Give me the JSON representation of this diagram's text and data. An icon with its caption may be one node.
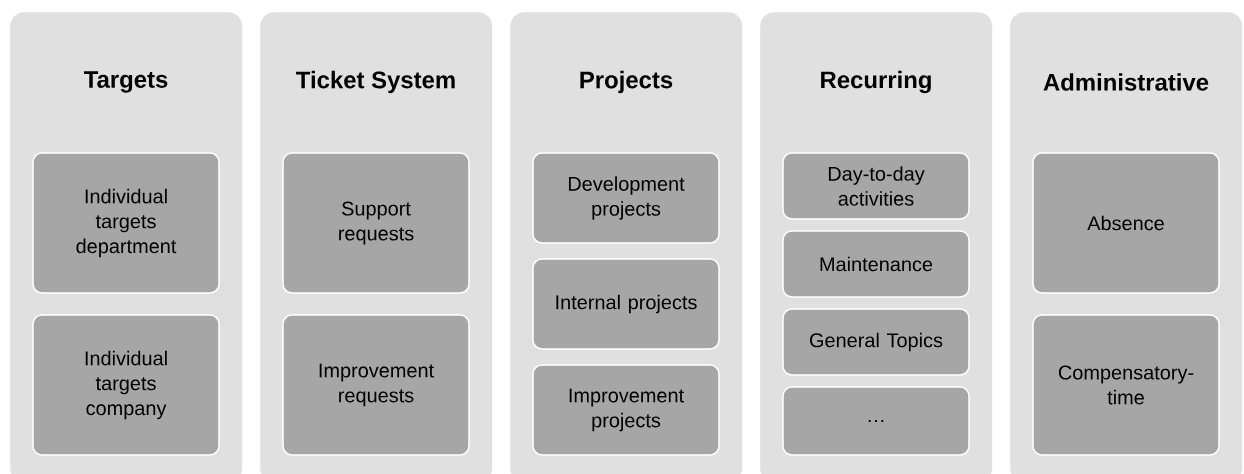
{
  "diagram": {
    "nodes": [
      {
        "text": [
          "Targets"
        ]
      },
      {
        "text": [
          "Individual targets department"
        ],
        "in": 0
      },
      {
        "text": [
          "Individual targets company"
        ],
        "in": 0
      },
      {
        "text": [
          "Ticket System"
        ]
      },
      {
        "text": [
          "Support requests"
        ],
        "in": 3
      },
      {
        "text": [
          "Improvement requests"
        ],
        "in": 3
      },
      {
        "text": [
          "Projects"
        ]
      },
      {
        "text": [
          "Development projects"
        ],
        "in": 6
      },
      {
        "text": [
          "Internal projects"
        ],
        "in": 6
      },
      {
        "text": [
          "Improvement projects"
        ],
        "in": 6
      },
      {
        "text": [
          "Recurring"
        ]
      },
      {
        "text": [
          "Day-to-day activities"
        ],
        "in": 10
      },
      {
        "text": [
          "Maintenance"
        ],
        "in": 10
      },
      {
        "text": [
          "General Topics"
        ],
        "in": 10
      },
      {
        "text": [
          "…"
        ],
        "in": 10
      },
      {
        "text": [
          "Administrative"
        ]
      },
      {
        "text": [
          "Absence"
        ],
        "in": 15
      },
      {
        "text": [
          "Compensatory-time"
        ],
        "in": 15
      }
    ]
  }
}
